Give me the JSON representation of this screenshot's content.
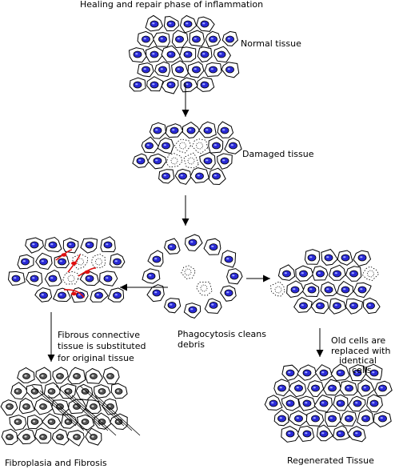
{
  "colors": {
    "nucleus": "#2a2ad6",
    "outline": "#000000",
    "fibroblast": "#e01010",
    "background": "#ffffff"
  },
  "labels": {
    "title": "Healing and repair phase of inflammation",
    "normal": "Normal tissue",
    "damaged": "Damaged tissue",
    "phago_l1": "Phagocytosis cleans",
    "phago_l2": "debris",
    "fibrous_l1": "Fibrous connective",
    "fibrous_l2": "tissue is substituted",
    "fibrous_l3": "for original tissue",
    "old_l1": "Old cells are",
    "old_l2": "replaced with",
    "old_l3": "identical",
    "old_l4": "cells",
    "fibroplasia": "Fibroplasia and Fibrosis",
    "regenerated": "Regenerated Tissue"
  }
}
